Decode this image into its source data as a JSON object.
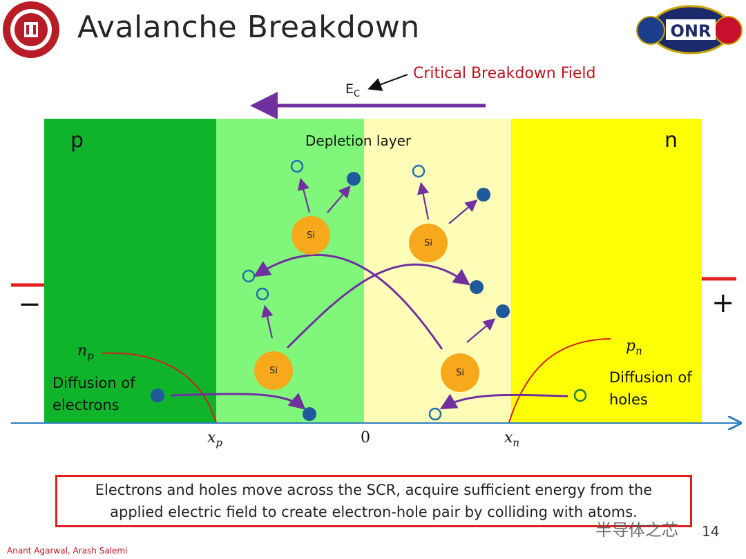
{
  "slide": {
    "title": "Avalanche Breakdown",
    "callout": "Critical Breakdown Field",
    "field_label": "E",
    "field_label_sub": "C",
    "region_p": "p",
    "region_n": "n",
    "depletion_label": "Depletion layer",
    "si_atom_label": "Si",
    "diffusion_electrons_line1": "Diffusion of",
    "diffusion_electrons_line2": "electrons",
    "diffusion_holes_line1": "Diffusion of",
    "diffusion_holes_line2": "holes",
    "np_label": "n",
    "np_sub": "p",
    "pn_label": "p",
    "pn_sub": "n",
    "xp_label": "x",
    "xp_sub": "p",
    "x0_label": "0",
    "xn_label": "x",
    "xn_sub": "n",
    "minus_sign": "−",
    "plus_sign": "+",
    "caption": "Electrons and holes move across the SCR, acquire sufficient energy from the applied electric field to create electron-hole pair by colliding with atoms.",
    "author": "Anant Agarwal, Arash Salemi",
    "watermark": "半导体之芯",
    "page_number": "14"
  },
  "logos": {
    "left": "university-seal",
    "right": "onr-office-of-naval-research",
    "right_text": "ONR"
  },
  "colors": {
    "p_region": "#10b42a",
    "depletion_p": "#80f77a",
    "depletion_n": "#fdfdb8",
    "n_region": "#ffff05",
    "arrow_purple": "#7030a0",
    "electron": "#1f5a9a",
    "hole_stroke": "#1f6fb0",
    "si_atom": "#f7a81b",
    "title_red": "#c0121e",
    "box_red": "#e21f1f",
    "axis_blue": "#2f7fc0"
  }
}
